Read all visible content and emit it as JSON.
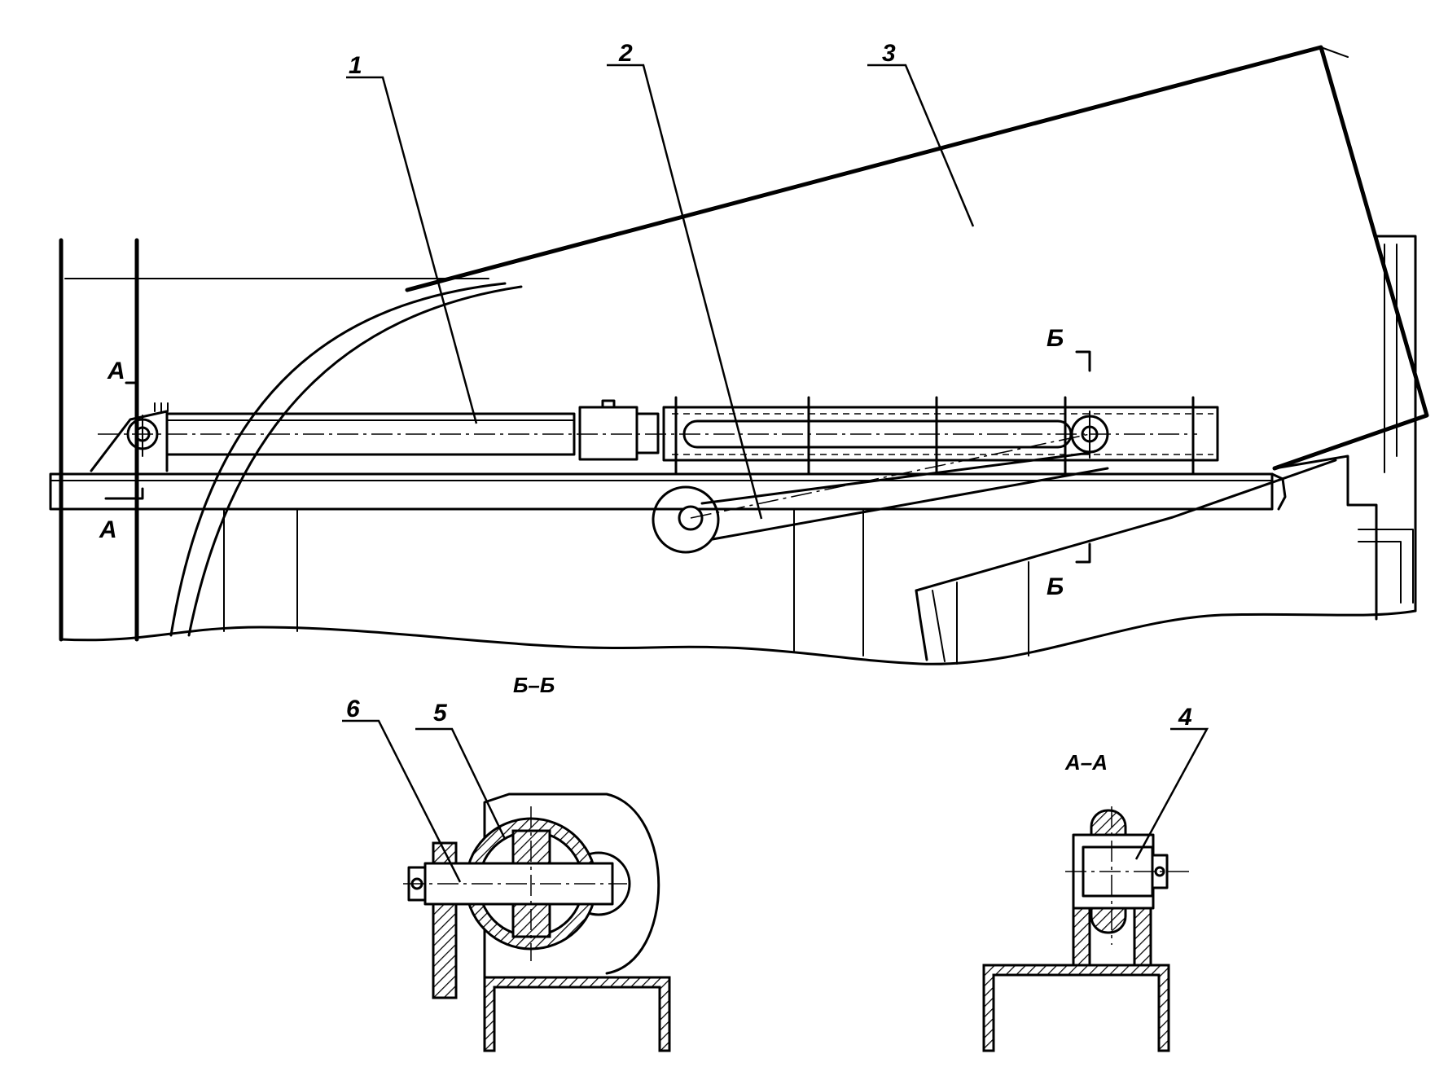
{
  "labels": {
    "callout_1": "1",
    "callout_2": "2",
    "callout_3": "3",
    "callout_4": "4",
    "callout_5": "5",
    "callout_6": "6",
    "section_a_top": "А",
    "section_a_bottom": "А",
    "section_b_top": "Б",
    "section_b_bottom": "Б",
    "view_bb_title": "Б–Б",
    "view_aa_title": "А–А"
  }
}
